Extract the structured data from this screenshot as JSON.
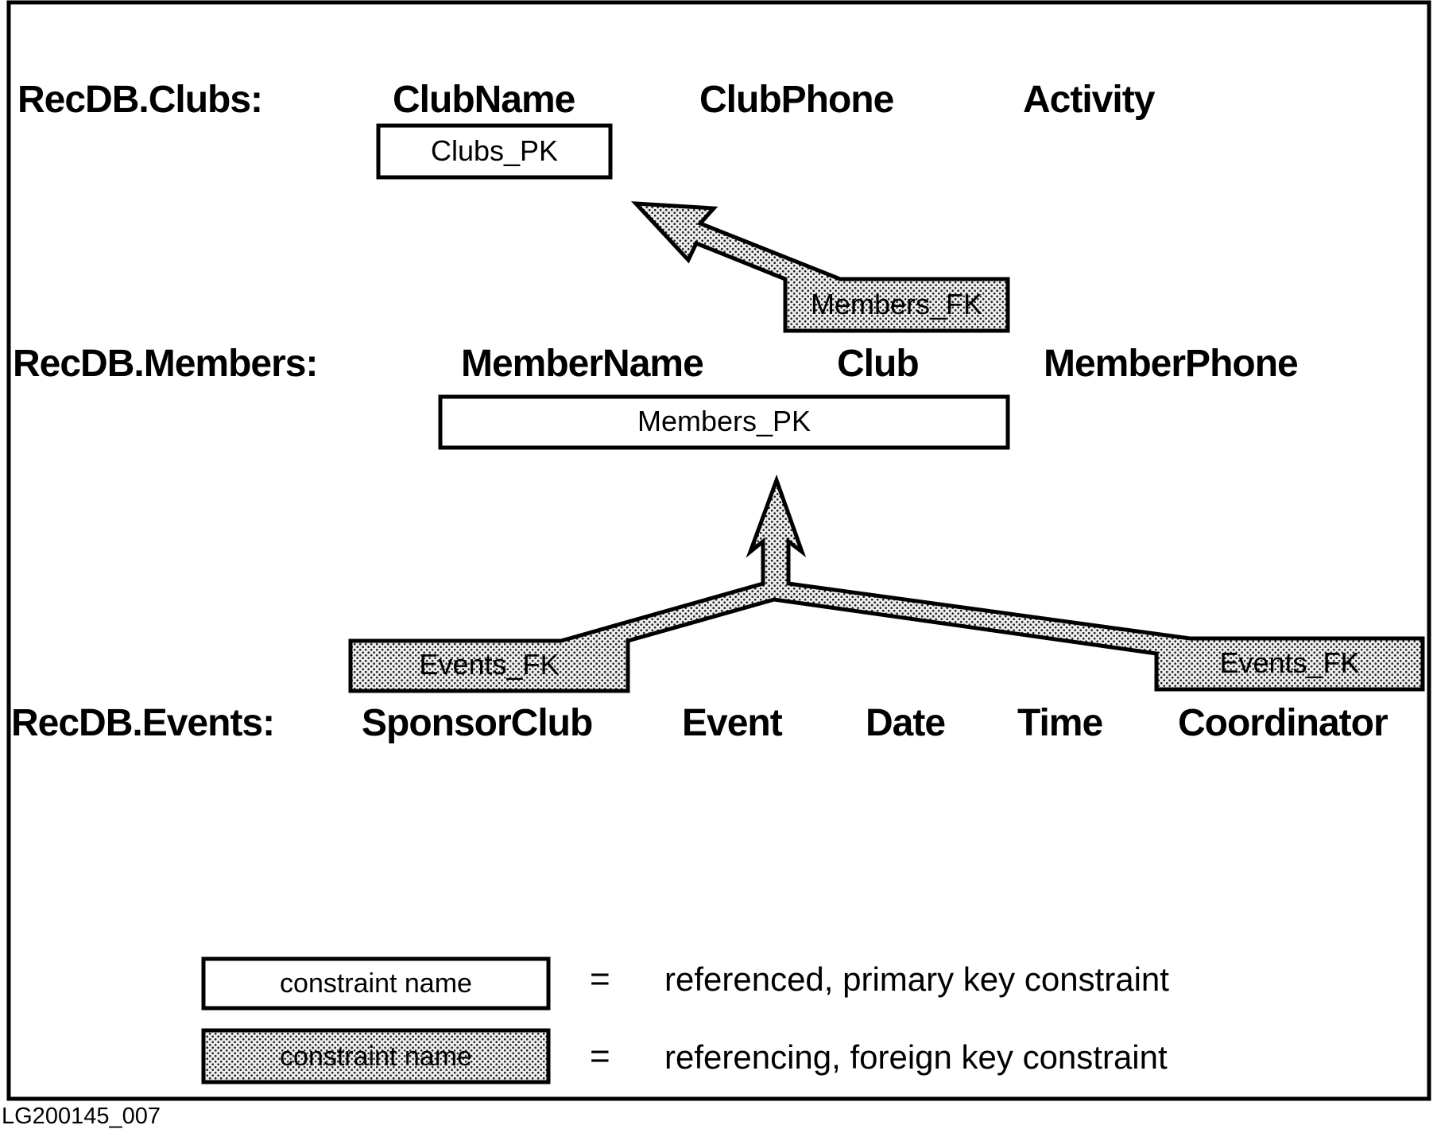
{
  "tables": [
    {
      "name": "RecDB.Clubs:",
      "columns": [
        "ClubName",
        "ClubPhone",
        "Activity"
      ]
    },
    {
      "name": "RecDB.Members:",
      "columns": [
        "MemberName",
        "Club",
        "MemberPhone"
      ]
    },
    {
      "name": "RecDB.Events:",
      "columns": [
        "SponsorClub",
        "Event",
        "Date",
        "Time",
        "Coordinator"
      ]
    }
  ],
  "constraint_boxes": {
    "clubs_pk": "Clubs_PK",
    "members_pk": "Members_PK",
    "members_fk": "Members_FK",
    "events_fk_left": "Events_FK",
    "events_fk_right": "Events_FK"
  },
  "legend": {
    "rows": [
      {
        "box_label": "constraint name",
        "equals": "=",
        "meaning": "referenced, primary key constraint",
        "box_style": "white"
      },
      {
        "box_label": "constraint name",
        "equals": "=",
        "meaning": "referencing, foreign key constraint",
        "box_style": "stippled"
      }
    ]
  },
  "figure_code": "LG200145_007",
  "colors": {
    "ink": "#000000",
    "paper": "#ffffff",
    "stipple_bg": "#ededed",
    "stipple_dot": "#1c1c1c"
  }
}
